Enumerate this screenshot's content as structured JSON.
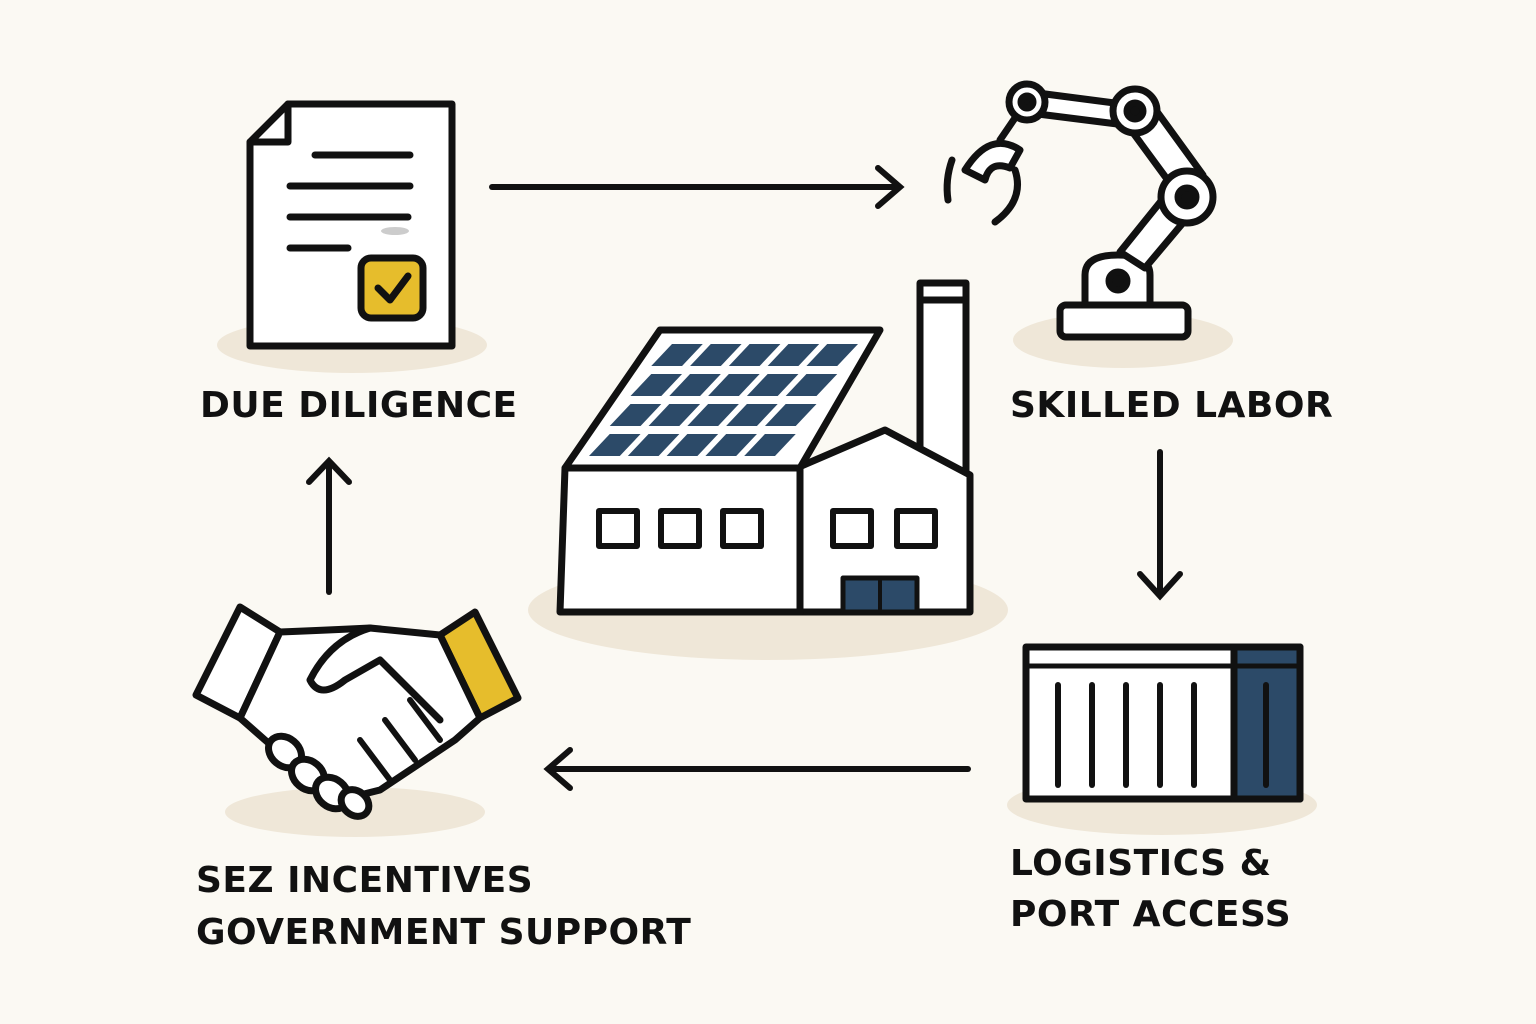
{
  "title": "Factory site selection cycle",
  "nodes": {
    "due_diligence": {
      "label": "DUE DILIGENCE",
      "icon": "document-check-icon"
    },
    "skilled_labor": {
      "label": "SKILLED LABOR",
      "icon": "robotic-arm-icon"
    },
    "logistics": {
      "label_line1": "LOGISTICS &",
      "label_line2": "PORT ACCESS",
      "icon": "shipping-container-icon"
    },
    "sez": {
      "label_line1": "SEZ INCENTIVES",
      "label_line2": "GOVERNMENT SUPPORT",
      "icon": "handshake-icon"
    },
    "center": {
      "icon": "solar-factory-icon"
    }
  },
  "colors": {
    "background": "#fbf9f3",
    "navy": "#2c4a68",
    "yellow": "#e6bd2c",
    "shadow": "#efe7d8",
    "ink": "#111111"
  }
}
